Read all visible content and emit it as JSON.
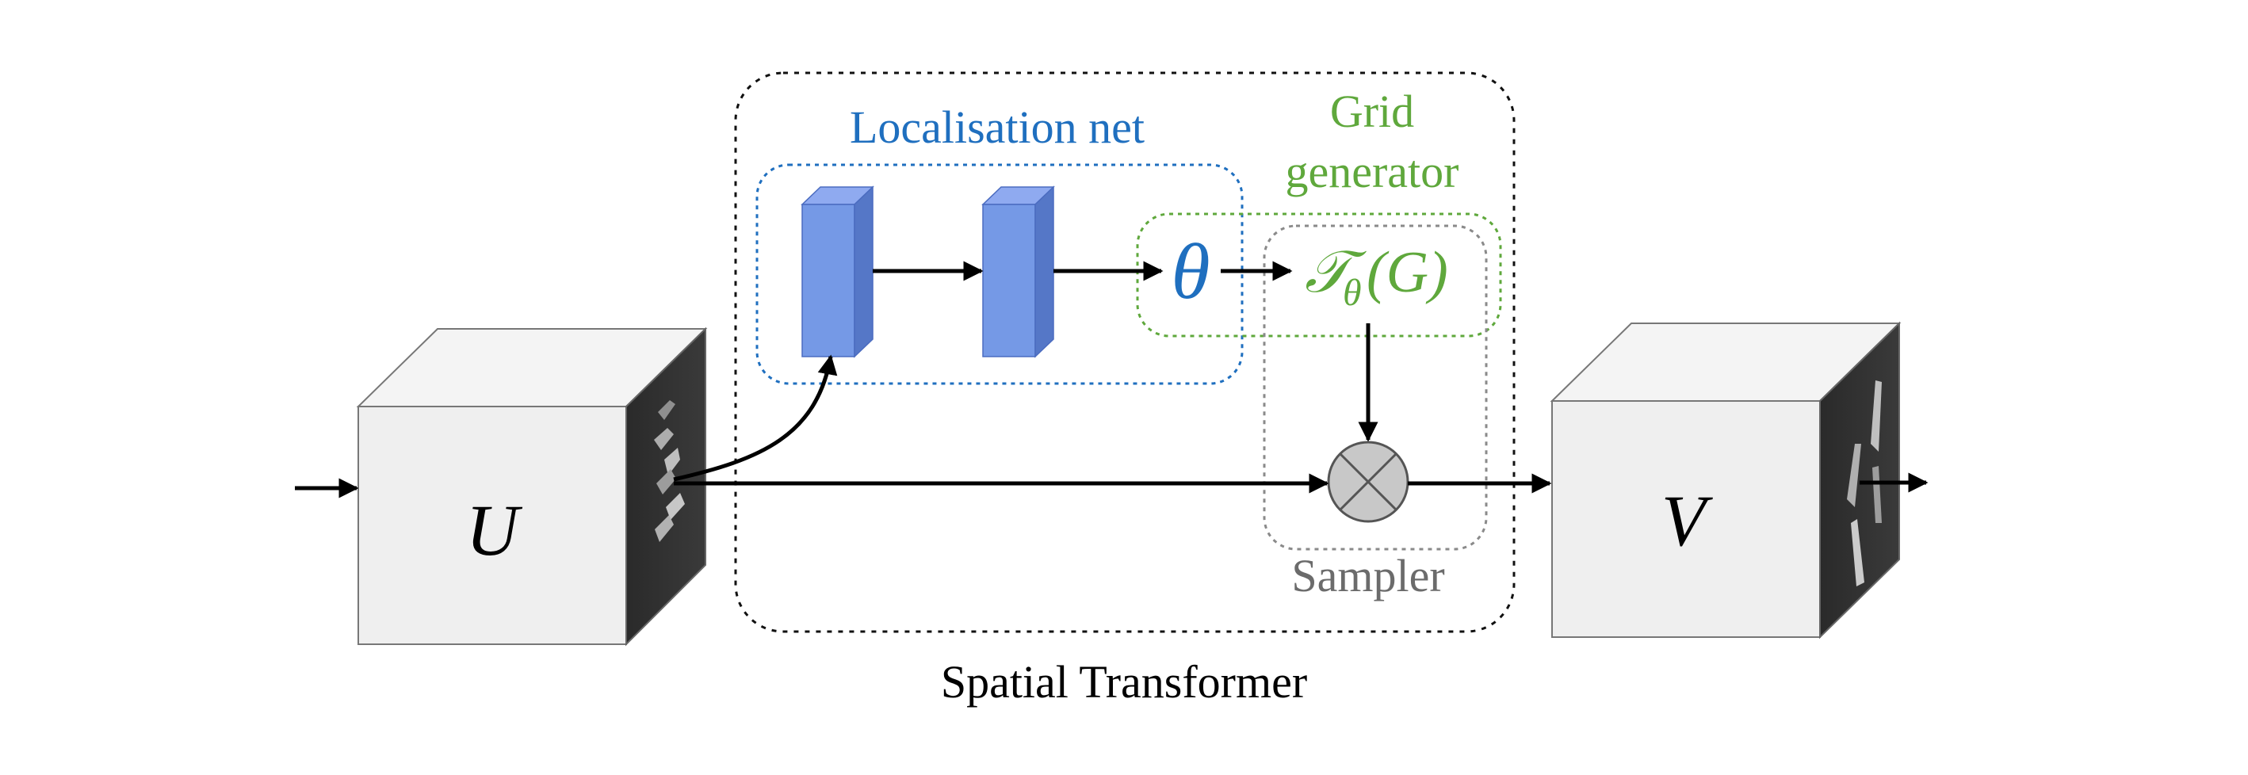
{
  "labels": {
    "localisation": "Localisation net",
    "grid_line1": "Grid",
    "grid_line2": "generator",
    "sampler": "Sampler",
    "spatial_transformer": "Spatial Transformer"
  },
  "symbols": {
    "input": "U",
    "output": "V",
    "theta": "θ",
    "transform_main": "𝒯",
    "transform_sub": "θ",
    "transform_arg": "(G)"
  },
  "colors": {
    "localisation": "#1f6fbf",
    "grid": "#5fa83c",
    "sampler": "#6b6b6b",
    "layer_front": "#7599e6",
    "layer_side": "#5577c7",
    "layer_top": "#8faaf0"
  }
}
